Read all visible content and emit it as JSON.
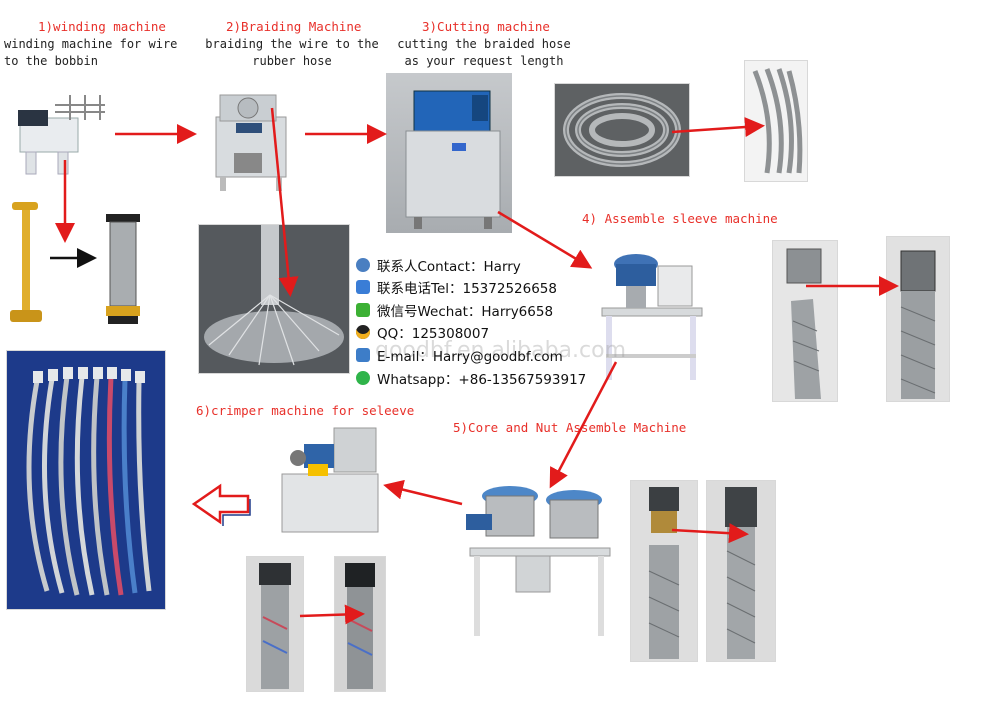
{
  "steps": [
    {
      "title": "1)winding machine",
      "desc_line1": "winding machine for wire",
      "desc_line2": "to the bobbin"
    },
    {
      "title": "2)Braiding Machine",
      "desc_line1": "braiding the wire to the",
      "desc_line2": "rubber hose"
    },
    {
      "title": "3)Cutting machine",
      "desc_line1": "cutting the braided hose",
      "desc_line2": "as your request length"
    },
    {
      "title": "4) Assemble sleeve machine"
    },
    {
      "title": "5)Core and Nut Assemble Machine"
    },
    {
      "title": "6)crimper machine for seleeve"
    }
  ],
  "contact": {
    "person": "联系人Contact：Harry",
    "phone": "联系电话Tel：15372526658",
    "wechat": "微信号Wechat：Harry6658",
    "qq": "QQ：125308007",
    "email": "E-mail：Harry@goodbf.com",
    "whatsapp": "Whatsapp：+86-13567593917"
  },
  "watermark": "goodbf.en.alibaba.com",
  "icons": {
    "person": "person-icon",
    "phone": "phone-icon",
    "wechat": "wechat-icon",
    "qq": "qq-penguin-icon",
    "email": "email-icon",
    "whatsapp": "whatsapp-icon"
  },
  "colors": {
    "accent": "#e8302a",
    "arrow": "#e21b1b",
    "machine_panel": "#1f5fae"
  }
}
